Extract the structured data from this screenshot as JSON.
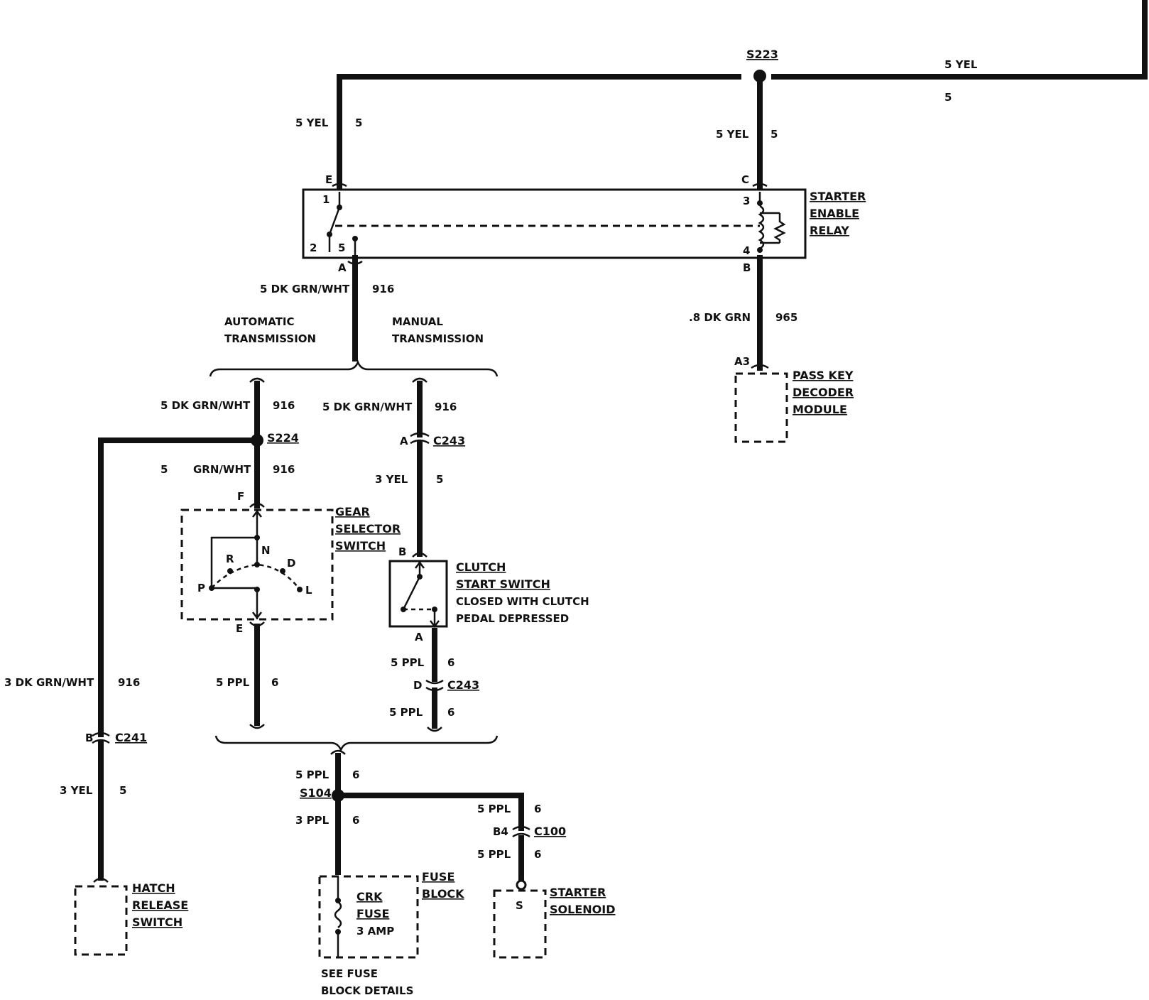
{
  "splices": {
    "s223": "S223",
    "s224": "S224",
    "s104": "S104"
  },
  "connectors": {
    "c243_a": "C243",
    "c243_d": "C243",
    "c241": "C241",
    "c100": "C100"
  },
  "wires": {
    "top_right": {
      "label": "5 YEL",
      "circuit": "5"
    },
    "relay_e": {
      "label": "5 YEL",
      "circuit": "5"
    },
    "relay_c": {
      "label": "5 YEL",
      "circuit": "5"
    },
    "relay_a": {
      "label": "5 DK GRN/WHT",
      "circuit": "916"
    },
    "relay_b": {
      "label": ".8 DK GRN",
      "circuit": "965"
    },
    "auto_top": {
      "label": "5 DK GRN/WHT",
      "circuit": "916"
    },
    "manual_top": {
      "label": "5 DK GRN/WHT",
      "circuit": "916"
    },
    "gear_in": {
      "label": "5",
      "label2": "GRN/WHT",
      "circuit": "916"
    },
    "clutch_in": {
      "label": "3 YEL",
      "circuit": "5"
    },
    "hatch_mid": {
      "label": "3 DK GRN/WHT",
      "circuit": "916"
    },
    "hatch_low": {
      "label": "3 YEL",
      "circuit": "5"
    },
    "gear_out": {
      "label": "5 PPL",
      "circuit": "6"
    },
    "clutch_out1": {
      "label": "5 PPL",
      "circuit": "6"
    },
    "clutch_out2": {
      "label": "5 PPL",
      "circuit": "6"
    },
    "merge": {
      "label": "5 PPL",
      "circuit": "6"
    },
    "fuse_wire": {
      "label": "3 PPL",
      "circuit": "6"
    },
    "starter1": {
      "label": "5 PPL",
      "circuit": "6"
    },
    "starter2": {
      "label": "5 PPL",
      "circuit": "6"
    }
  },
  "pins": {
    "relay_e": "E",
    "relay_c": "C",
    "relay_a": "A",
    "relay_b": "B",
    "relay_1": "1",
    "relay_2": "2",
    "relay_5": "5",
    "relay_3": "3",
    "relay_4": "4",
    "pass_a3": "A3",
    "c243_a": "A",
    "c243_d": "D",
    "gear_f": "F",
    "gear_e": "E",
    "clutch_b": "B",
    "clutch_a": "A",
    "c241_b": "B",
    "c100_b4": "B4",
    "pos_p": "P",
    "pos_r": "R",
    "pos_n": "N",
    "pos_d": "D",
    "pos_l": "L",
    "starter_s": "S"
  },
  "components": {
    "relay": [
      "STARTER",
      "ENABLE",
      "RELAY"
    ],
    "pass_key": [
      "PASS KEY",
      "DECODER",
      "MODULE"
    ],
    "gear_selector": [
      "GEAR",
      "SELECTOR",
      "SWITCH"
    ],
    "clutch": [
      "CLUTCH",
      "START SWITCH"
    ],
    "clutch_note": [
      "CLOSED WITH CLUTCH",
      "PEDAL DEPRESSED"
    ],
    "hatch": [
      "HATCH",
      "RELEASE",
      "SWITCH"
    ],
    "fuse_block": [
      "FUSE",
      "BLOCK"
    ],
    "crk_fuse": [
      "CRK",
      "FUSE"
    ],
    "crk_rating": "3 AMP",
    "starter_solenoid": [
      "STARTER",
      "SOLENOID"
    ],
    "fuse_details": [
      "SEE FUSE",
      "BLOCK DETAILS"
    ]
  },
  "branches": {
    "automatic": [
      "AUTOMATIC",
      "TRANSMISSION"
    ],
    "manual": [
      "MANUAL",
      "TRANSMISSION"
    ]
  }
}
